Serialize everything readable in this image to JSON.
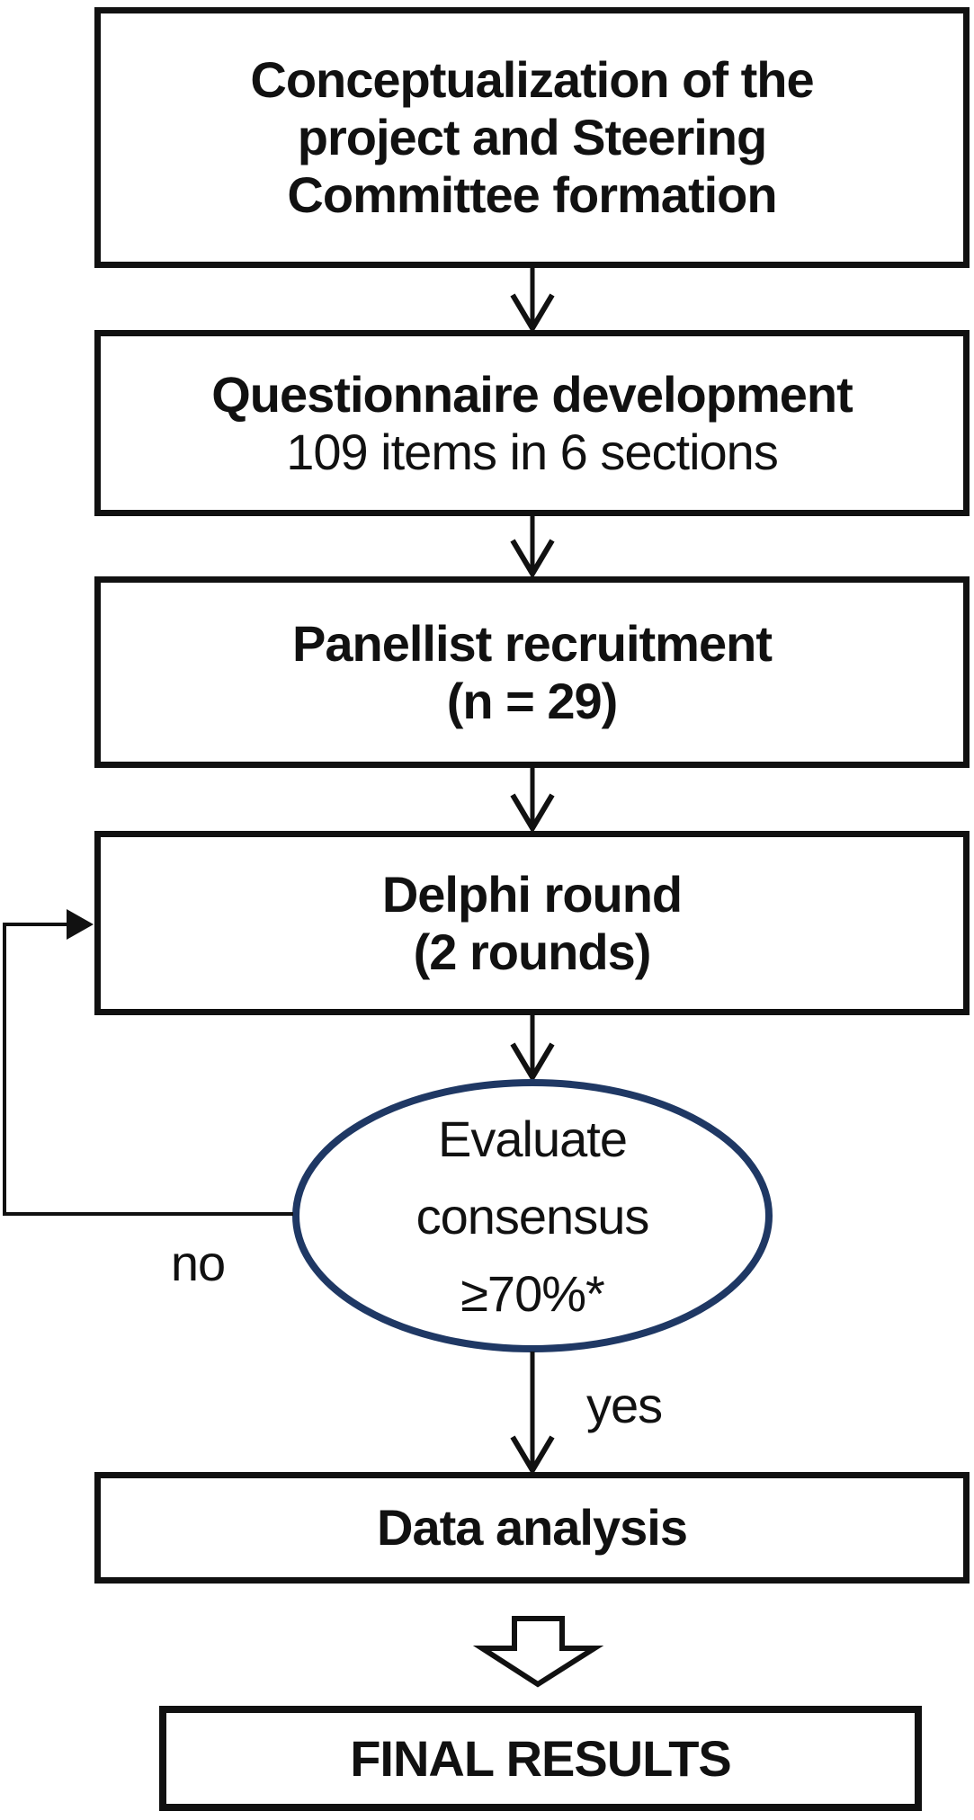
{
  "flowchart": {
    "step1": {
      "line1": "Conceptualization of the",
      "line2": "project and Steering",
      "line3": "Committee formation"
    },
    "step2": {
      "line1": "Questionnaire development",
      "line2": "109 items in 6 sections"
    },
    "step3": {
      "line1": "Panellist recruitment",
      "line2": "(n = 29)"
    },
    "step4": {
      "line1": "Delphi round",
      "line2": "(2 rounds)"
    },
    "decision": {
      "line1": "Evaluate",
      "line2": "consensus",
      "line3": "≥70%*"
    },
    "branch_no": "no",
    "branch_yes": "yes",
    "step5": {
      "line1": "Data analysis"
    },
    "step6": {
      "line1": "FINAL RESULTS"
    },
    "colors": {
      "decision_border": "#1f3864",
      "connector": "#111111",
      "box_border": "#111111",
      "text": "#111111",
      "background": "#ffffff"
    }
  }
}
